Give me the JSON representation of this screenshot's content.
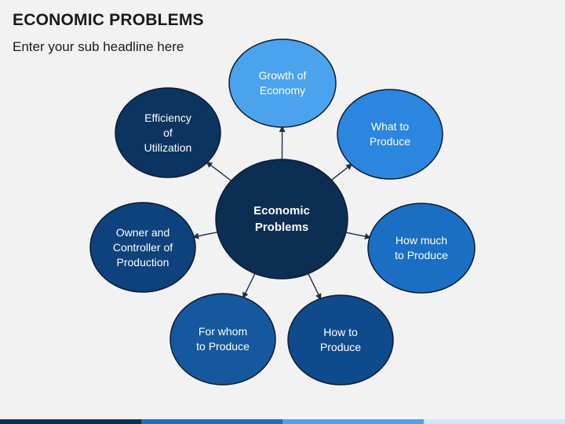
{
  "header": {
    "title": "ECONOMIC PROBLEMS",
    "subtitle": "Enter your sub headline here"
  },
  "diagram": {
    "center": {
      "label": "Economic\nProblems",
      "color": "#0b2e52"
    },
    "nodes": [
      {
        "id": "growth-of-economy",
        "label": "Growth of\nEconomy",
        "color": "#4aa3ec"
      },
      {
        "id": "what-to-produce",
        "label": "What to\nProduce",
        "color": "#2b86e0"
      },
      {
        "id": "how-much-to-produce",
        "label": "How much\nto Produce",
        "color": "#1a6fc4"
      },
      {
        "id": "how-to-produce",
        "label": "How to\nProduce",
        "color": "#0f4b8c"
      },
      {
        "id": "for-whom-to-produce",
        "label": "For whom\nto Produce",
        "color": "#15589e"
      },
      {
        "id": "owner-and-controller-of-production",
        "label": "Owner and\nController of\nProduction",
        "color": "#0e427c"
      },
      {
        "id": "efficiency-of-utilization",
        "label": "Efficiency\nof\nUtilization",
        "color": "#0b3560"
      }
    ],
    "arrow_color": "#1e2f47",
    "node_border_color": "#0a1d33"
  },
  "footer": {
    "colors": [
      "#0b2e52",
      "#1a6fc4",
      "#4aa3ec",
      "#cfe6fa"
    ]
  }
}
